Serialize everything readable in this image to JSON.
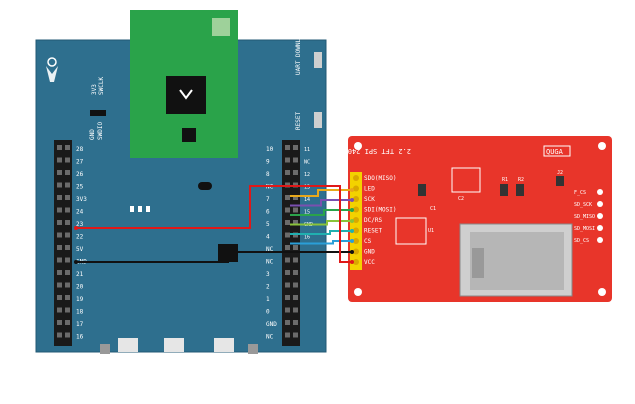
{
  "colors": {
    "mainboard": "#2e6f8e",
    "mainboard_edge": "#235a74",
    "module": "#2aa34a",
    "tft": "#e8352a",
    "wire_vcc": "#e01818",
    "wire_gnd": "#111111",
    "wire_cs": "#2a9fd8",
    "wire_reset": "#20b0b0",
    "wire_dc": "#8ac33a",
    "wire_mosi": "#2aa34a",
    "wire_sck": "#7a4fb0",
    "wire_led": "#e8a81a",
    "wire_extra": "#4070c0"
  },
  "mainboard": {
    "top_labels": {
      "swclk": "SWCLK",
      "3v3": "3V3",
      "gnd": "GND",
      "swdio": "SWDIO",
      "uart_download": "UART DOWNLOAD",
      "reset": "RESET",
      "three_v3": "3V3"
    },
    "left_labels": [
      "28",
      "27",
      "26",
      "25",
      "3V3",
      "24",
      "23",
      "22",
      "5V",
      "GND",
      "21",
      "20",
      "19",
      "18",
      "17",
      "16"
    ],
    "right_labels": [
      "10",
      "9",
      "8",
      "NC",
      "7",
      "6",
      "5",
      "4",
      "NC",
      "NC",
      "3",
      "2",
      "1",
      "0",
      "GND",
      "NC"
    ],
    "right_outer_labels": [
      "11",
      "NC",
      "12",
      "13",
      "14",
      "15",
      "GND",
      "16"
    ]
  },
  "tft": {
    "title": "2.2 TFT SPI 240X320",
    "brand": "QUGA",
    "pins": [
      "SDO(MISO)",
      "LED",
      "SCK",
      "SDI(MOSI)",
      "DC/RS",
      "RESET",
      "CS",
      "GND",
      "VCC"
    ],
    "sd_pins": [
      "SD_CS",
      "SD_MOSI",
      "SD_MISO",
      "SD_SCK",
      "F_CS"
    ],
    "component_labels": [
      "J2",
      "R1",
      "R2",
      "C1",
      "C2",
      "U1"
    ]
  },
  "wires": [
    {
      "name": "LED",
      "color": "#e8a81a"
    },
    {
      "name": "SCK",
      "color": "#7a4fb0"
    },
    {
      "name": "SDI(MOSI)",
      "color": "#2aa34a"
    },
    {
      "name": "DC/RS",
      "color": "#8ac33a"
    },
    {
      "name": "RESET",
      "color": "#20b0b0"
    },
    {
      "name": "CS",
      "color": "#2a9fd8"
    },
    {
      "name": "GND",
      "color": "#111111"
    },
    {
      "name": "VCC",
      "color": "#e01818"
    }
  ]
}
